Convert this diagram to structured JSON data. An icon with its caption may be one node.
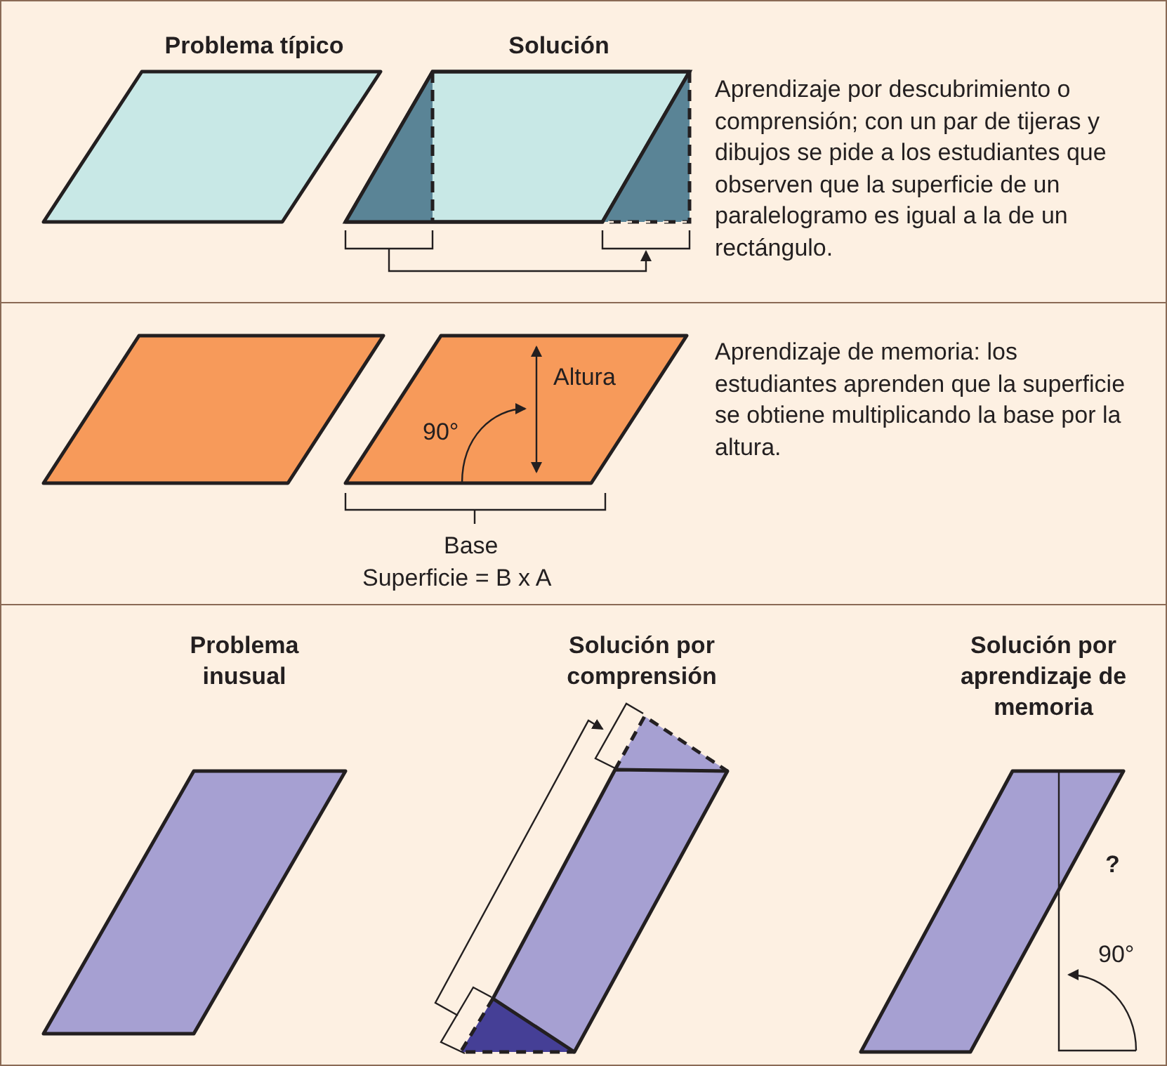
{
  "diagram": {
    "nodes": [
      {
        "text": [
          "Problema típico",
          "Solución",
          "Aprendizaje por descubrimiento o comprensión; con un par de tijeras y dibujos se pide a los estudiantes que observen que la superficie de un paralelogramo es igual a la de un rectángulo."
        ]
      },
      {
        "text": [
          "Aprendizaje de memoria: los estudiantes aprenden que la superficie se obtiene multiplicando la base por la altura."
        ]
      },
      {
        "text": [
          "Problema inusual",
          "Solución por comprensión",
          "Solución por aprendizaje de memoria"
        ]
      }
    ],
    "labels": [
      "Altura",
      "90°",
      "Base",
      "Superficie = B x A",
      "?",
      "90°"
    ]
  }
}
